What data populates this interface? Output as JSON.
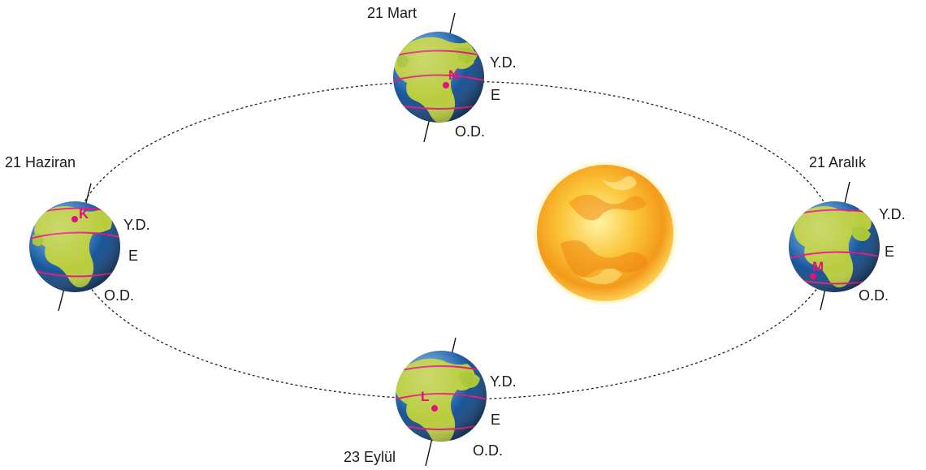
{
  "colors": {
    "marker": "#e0147a",
    "orbit": "#222222",
    "ocean": "#1d5fa6",
    "land": "#b9cc3c",
    "sun": "#f6a21e"
  },
  "sun": {
    "name": "sun-icon"
  },
  "positions": [
    {
      "id": "march",
      "date": "21 Mart",
      "point": "N",
      "tropic_north": "Y.D.",
      "equator": "E",
      "tropic_south": "O.D."
    },
    {
      "id": "june",
      "date": "21 Haziran",
      "point": "K",
      "tropic_north": "Y.D.",
      "equator": "E",
      "tropic_south": "O.D."
    },
    {
      "id": "december",
      "date": "21 Aralık",
      "point": "M",
      "tropic_north": "Y.D.",
      "equator": "E",
      "tropic_south": "O.D."
    },
    {
      "id": "september",
      "date": "23 Eylül",
      "point": "L",
      "tropic_north": "Y.D.",
      "equator": "E",
      "tropic_south": "O.D."
    }
  ]
}
